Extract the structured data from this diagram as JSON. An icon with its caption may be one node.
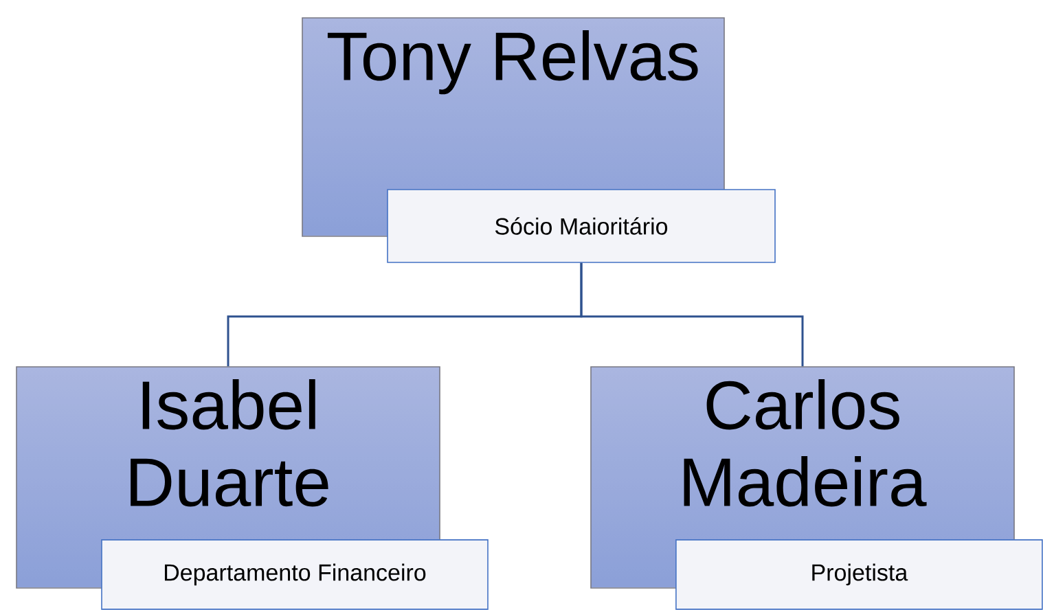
{
  "diagram": {
    "nodes": [
      {
        "text": [
          "Tony Relvas"
        ]
      },
      {
        "text": [
          "Sócio Maioritário"
        ]
      },
      {
        "text": [
          "Isabel Duarte"
        ]
      },
      {
        "text": [
          "Departamento Financeiro"
        ]
      },
      {
        "text": [
          "Carlos Madeira"
        ]
      },
      {
        "text": [
          "Projetista"
        ]
      }
    ],
    "edges": [
      {
        "from": 1,
        "to": 2,
        "arrow": "none"
      },
      {
        "from": 1,
        "to": 4,
        "arrow": "none"
      }
    ]
  }
}
